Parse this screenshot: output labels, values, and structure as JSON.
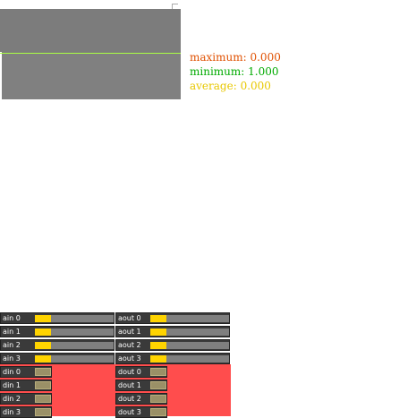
{
  "colors": {
    "scope_bg": "#808080",
    "trace": "#aaff44",
    "max": "#e05000",
    "min": "#00aa00",
    "avg": "#e8c800",
    "fill": "#ffd400",
    "digital_bg": "#ff4d4d"
  },
  "stats": {
    "maximum": "maximum: 0.000",
    "minimum": "minimum: 1.000",
    "average": "average: 0.000"
  },
  "analog_inputs": [
    {
      "label": "ain 0",
      "level": 0.2
    },
    {
      "label": "ain 1",
      "level": 0.2
    },
    {
      "label": "ain 2",
      "level": 0.2
    },
    {
      "label": "ain 3",
      "level": 0.2
    }
  ],
  "analog_outputs": [
    {
      "label": "aout 0",
      "level": 0.2
    },
    {
      "label": "aout 1",
      "level": 0.2
    },
    {
      "label": "aout 2",
      "level": 0.2
    },
    {
      "label": "aout 3",
      "level": 0.2
    }
  ],
  "digital_inputs": [
    {
      "label": "din 0"
    },
    {
      "label": "din 1"
    },
    {
      "label": "din 2"
    },
    {
      "label": "din 3"
    }
  ],
  "digital_outputs": [
    {
      "label": "dout 0"
    },
    {
      "label": "dout 1"
    },
    {
      "label": "dout 2"
    },
    {
      "label": "dout 3"
    }
  ]
}
